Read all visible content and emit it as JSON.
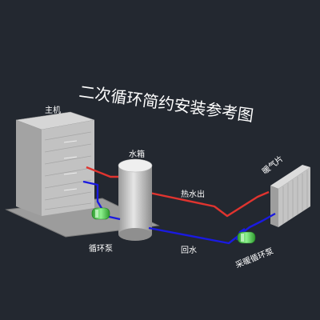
{
  "title": "二次循环简约安装参考图",
  "labels": {
    "host": "主机",
    "tank": "水箱",
    "radiator": "暖气片",
    "hot_out": "热水出",
    "return": "回水",
    "circ_pump": "循环泵",
    "heat_pump": "采暖循环泵"
  },
  "colors": {
    "background": "#232830",
    "hot_pipe": "#e0342f",
    "cold_pipe": "#1a1ae0",
    "pump": "#3cc43c",
    "equipment": "#c9c9c9"
  }
}
